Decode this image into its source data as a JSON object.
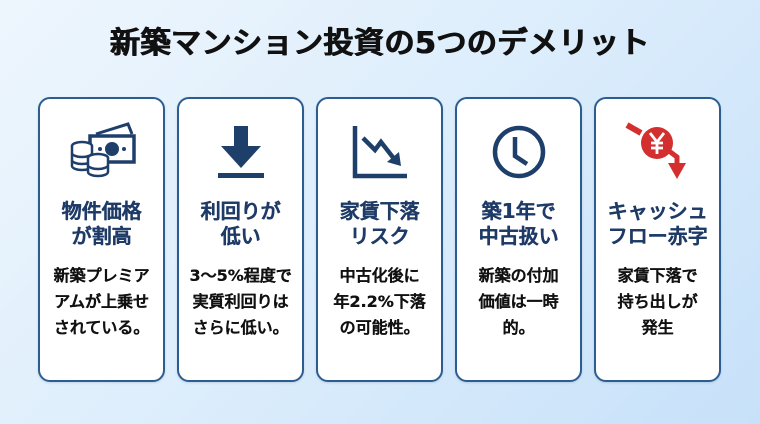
{
  "title": "新築マンション投資の5つのデメリット",
  "colors": {
    "navy": "#1e3a66",
    "card_border": "#2c5d91",
    "accent_red": "#d32f2f",
    "background_start": "#eef6fd",
    "background_end": "#c7e1f9"
  },
  "cards": [
    {
      "icon": "money-icon",
      "heading": [
        "物件価格",
        "が割高"
      ],
      "body": [
        "新築プレミア",
        "アムが上乗せ",
        "されている。"
      ]
    },
    {
      "icon": "download-arrow-icon",
      "heading": [
        "利回りが",
        "低い"
      ],
      "body": [
        "3〜5%程度で",
        "実質利回りは",
        "さらに低い。"
      ]
    },
    {
      "icon": "declining-chart-icon",
      "heading": [
        "家賃下落",
        "リスク"
      ],
      "body": [
        "中古化後に",
        "年2.2%下落",
        "の可能性。"
      ]
    },
    {
      "icon": "clock-icon",
      "heading": [
        "築1年で",
        "中古扱い"
      ],
      "body": [
        "新築の付加",
        "価値は一時",
        "的。"
      ]
    },
    {
      "icon": "yen-decline-icon",
      "heading": [
        "キャッシュ",
        "フロー赤字"
      ],
      "body": [
        "家賃下落で",
        "持ち出しが",
        "発生"
      ]
    }
  ]
}
